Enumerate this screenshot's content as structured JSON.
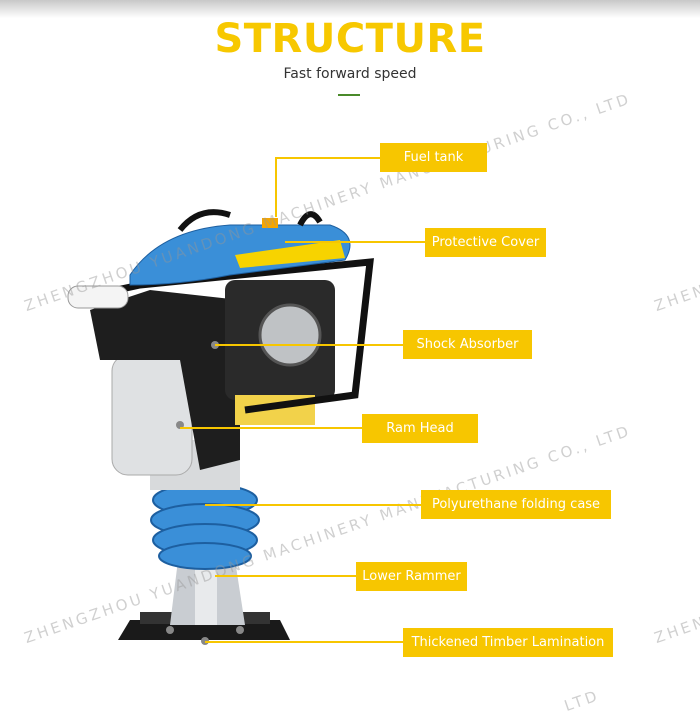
{
  "header": {
    "title": "STRUCTURE",
    "subtitle": "Fast forward speed"
  },
  "watermark": "ZHENGZHOU YUANDONG MACHINERY MANUFACTURING CO., LTD",
  "watermark_short": "ZHEN",
  "watermark_tail": "LTD",
  "labels": [
    {
      "text": "Fuel tank"
    },
    {
      "text": "Protective Cover"
    },
    {
      "text": "Shock Absorber"
    },
    {
      "text": "Ram Head"
    },
    {
      "text": "Polyurethane folding case"
    },
    {
      "text": "Lower Rammer"
    },
    {
      "text": "Thickened Timber Lamination"
    }
  ],
  "colors": {
    "accent": "#f7c600",
    "title": "#f7c800",
    "machine_blue": "#3a8fd8"
  }
}
